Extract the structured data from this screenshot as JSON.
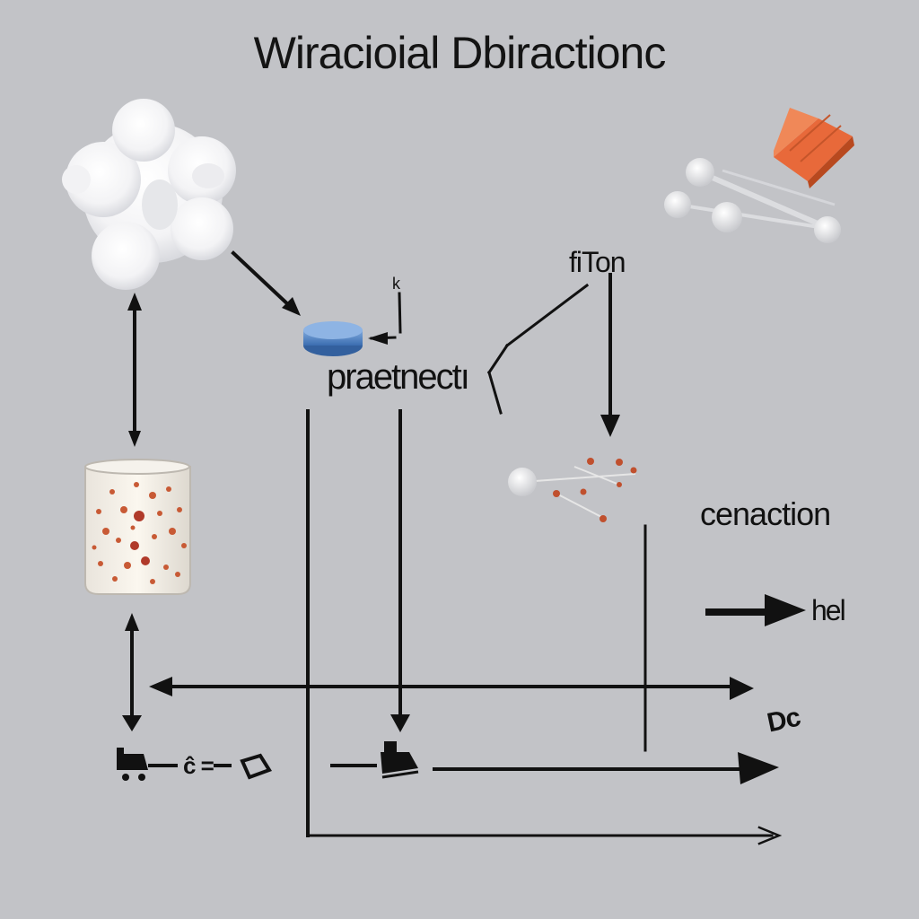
{
  "diagram": {
    "title": "Wiracioial Dbiractionc",
    "labels": {
      "product": "praetnectı",
      "fiton": "fiTon",
      "cenaction": "cenaction",
      "hel": "hel",
      "small_k": "k",
      "dc": "Dc",
      "equals": "ĉ ="
    }
  },
  "colors": {
    "background": "#c2c3c7",
    "line": "#111111",
    "puck": "#4f82c2",
    "cube": "#e8693a",
    "particles": "#c0502e"
  },
  "icons": [
    "cloud-icon",
    "puck-icon",
    "cube-icon",
    "molecule-icon",
    "beaker-icon",
    "cart-icon",
    "scale-icon"
  ]
}
